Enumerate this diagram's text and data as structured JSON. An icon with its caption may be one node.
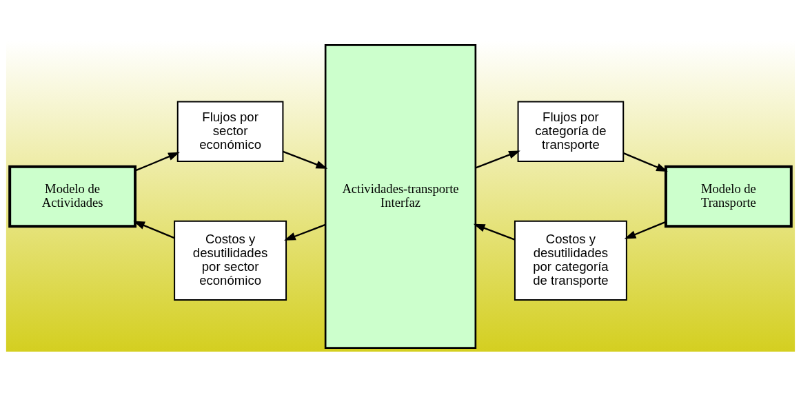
{
  "diagram": {
    "nodes": [
      {
        "text": [
          "Modelo de Actividades"
        ]
      },
      {
        "text": [
          "Flujos por sector económico"
        ]
      },
      {
        "text": [
          "Actividades-transporte Interfaz"
        ]
      },
      {
        "text": [
          "Flujos por categoría de transporte"
        ]
      },
      {
        "text": [
          "Modelo de Transporte"
        ]
      },
      {
        "text": [
          "Costos y desutilidades por categoría de transporte"
        ]
      },
      {
        "text": [
          "Costos y desutilidades por sector económico"
        ]
      }
    ],
    "edges": [
      {
        "from": 0,
        "to": 1,
        "arrow": "to"
      },
      {
        "from": 1,
        "to": 2,
        "arrow": "to"
      },
      {
        "from": 2,
        "to": 3,
        "arrow": "to"
      },
      {
        "from": 3,
        "to": 4,
        "arrow": "to"
      },
      {
        "from": 4,
        "to": 5,
        "arrow": "to"
      },
      {
        "from": 5,
        "to": 2,
        "arrow": "to"
      },
      {
        "from": 2,
        "to": 6,
        "arrow": "to"
      },
      {
        "from": 6,
        "to": 0,
        "arrow": "to"
      }
    ]
  }
}
